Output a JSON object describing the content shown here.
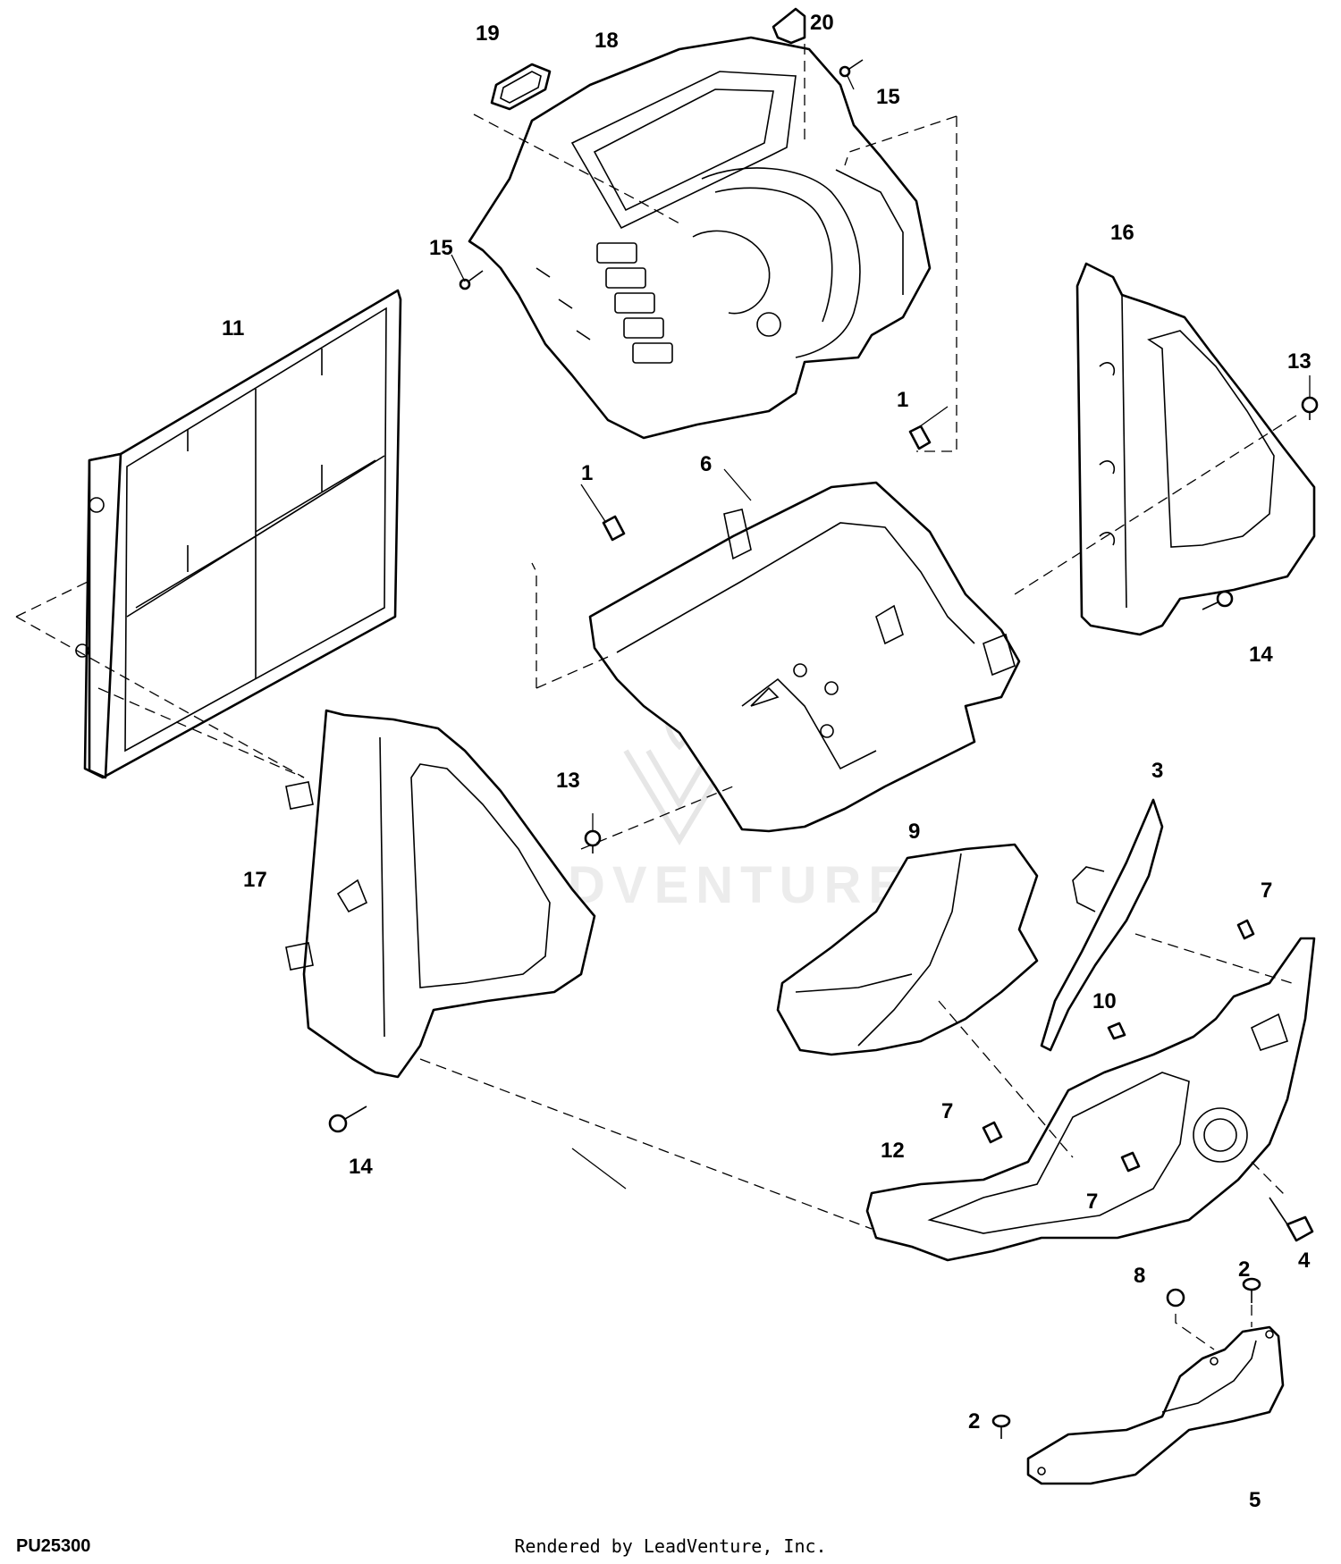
{
  "figure_code": "PU25300",
  "render_credit": "Rendered by LeadVenture, Inc.",
  "watermark": {
    "brand": "LEADVENTURE"
  },
  "callouts": [
    {
      "id": "c1a",
      "label": "1"
    },
    {
      "id": "c1b",
      "label": "1"
    },
    {
      "id": "c2a",
      "label": "2"
    },
    {
      "id": "c2b",
      "label": "2"
    },
    {
      "id": "c3",
      "label": "3"
    },
    {
      "id": "c4",
      "label": "4"
    },
    {
      "id": "c5",
      "label": "5"
    },
    {
      "id": "c6",
      "label": "6"
    },
    {
      "id": "c7a",
      "label": "7"
    },
    {
      "id": "c7b",
      "label": "7"
    },
    {
      "id": "c7c",
      "label": "7"
    },
    {
      "id": "c8",
      "label": "8"
    },
    {
      "id": "c9",
      "label": "9"
    },
    {
      "id": "c10",
      "label": "10"
    },
    {
      "id": "c11",
      "label": "11"
    },
    {
      "id": "c12",
      "label": "12"
    },
    {
      "id": "c13a",
      "label": "13"
    },
    {
      "id": "c13b",
      "label": "13"
    },
    {
      "id": "c14a",
      "label": "14"
    },
    {
      "id": "c14b",
      "label": "14"
    },
    {
      "id": "c15a",
      "label": "15"
    },
    {
      "id": "c15b",
      "label": "15"
    },
    {
      "id": "c16",
      "label": "16"
    },
    {
      "id": "c17",
      "label": "17"
    },
    {
      "id": "c18",
      "label": "18"
    },
    {
      "id": "c19",
      "label": "19"
    },
    {
      "id": "c20",
      "label": "20"
    }
  ]
}
